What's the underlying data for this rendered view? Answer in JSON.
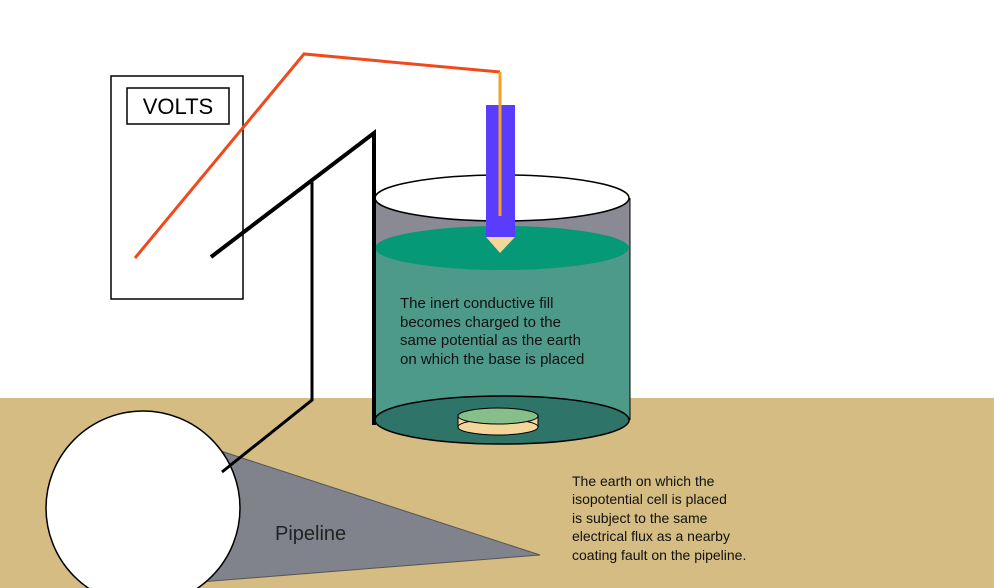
{
  "meter": {
    "label": "VOLTS"
  },
  "cell_text": [
    "The inert conductive fill",
    "becomes charged to the",
    "same potential as the earth",
    "on which the base is placed"
  ],
  "pipeline_label": "Pipeline",
  "earth_text": [
    "The earth on which the",
    "isopotential cell is placed",
    "is subject to the same",
    "electrical flux as a nearby",
    "coating fault on the pipeline."
  ],
  "colors": {
    "ground": "#d4bc82",
    "red_wire": "#f04a1c",
    "orange_wire": "#f4a024",
    "probe": "#5a3cff",
    "fill_top": "#069977",
    "fill_body": "#4e9a8a",
    "pipeline": "#80838c"
  }
}
